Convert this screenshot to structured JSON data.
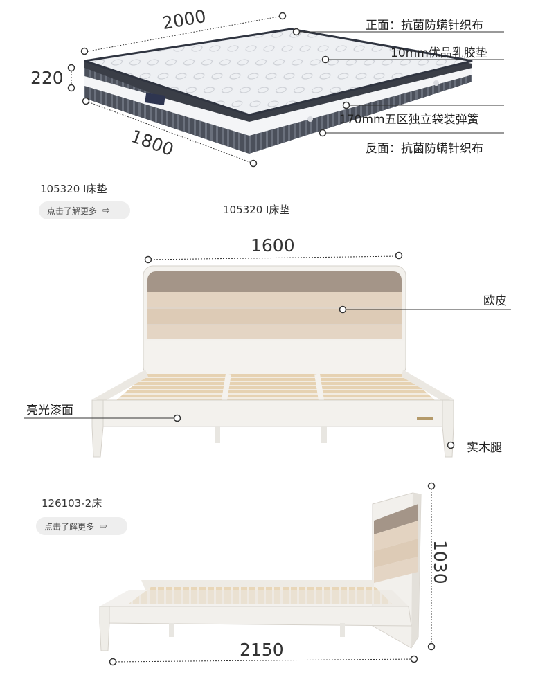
{
  "mattress": {
    "dim_length": "2000",
    "dim_height": "220",
    "dim_width": "1800",
    "callouts": [
      "正面：抗菌防螨针织布",
      "10mm优品乳胶垫",
      "170mm五区独立袋装弹簧",
      "反面：抗菌防螨针织布"
    ],
    "model_left": "105320 Ⅰ床垫",
    "model_center": "105320 Ⅰ床垫",
    "more_label": "点击了解更多"
  },
  "bed_front": {
    "dim_width": "1600",
    "callouts": {
      "leather": "欧皮",
      "paint": "亮光漆面",
      "legs": "实木腿"
    }
  },
  "bed_side": {
    "model": "126103-2床",
    "more_label": "点击了解更多",
    "dim_height": "1030",
    "dim_length": "2150"
  },
  "colors": {
    "line": "#333333",
    "button_bg": "#eeeeee",
    "leather_dark": "#a39589",
    "leather_light": "#e2d2c0",
    "frame": "#f2f0ec",
    "slat": "#e8d8bf",
    "mattress_top": "#eef0f2",
    "mattress_side": "#5a5f6b"
  }
}
